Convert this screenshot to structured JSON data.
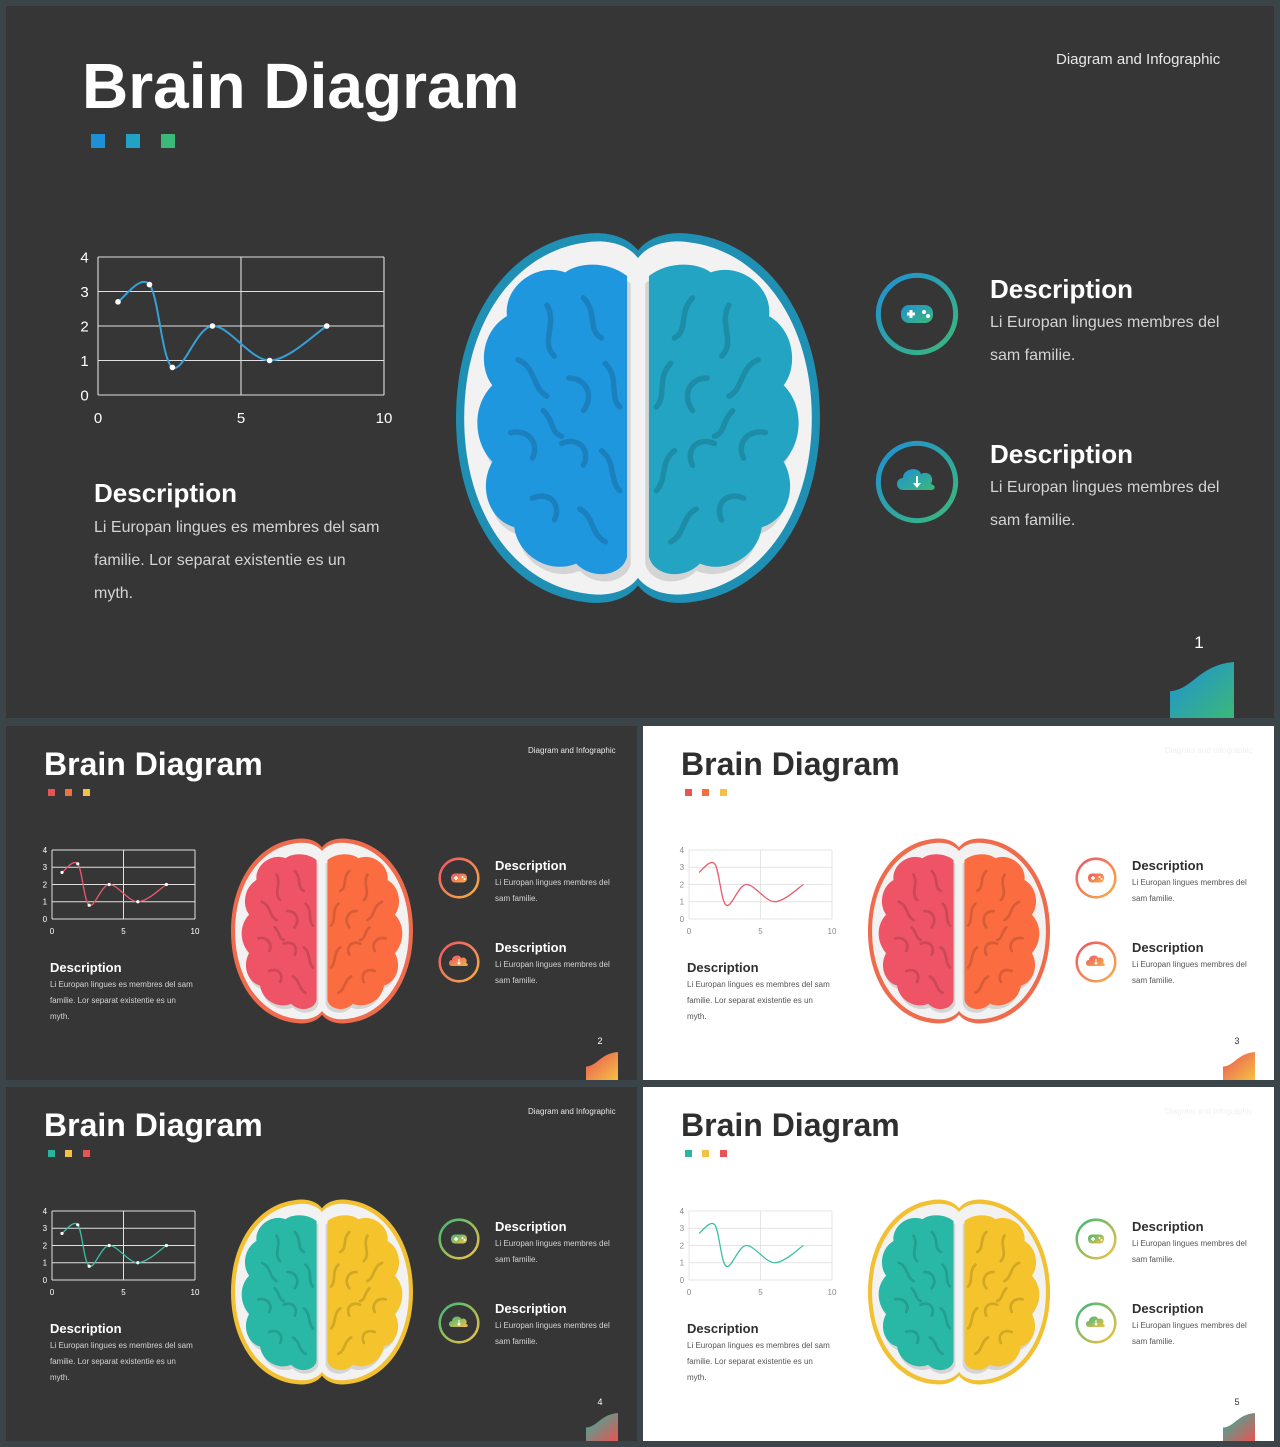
{
  "slides": [
    {
      "title": "Brain Diagram",
      "subtitle": "Diagram and Infographic",
      "theme": "dark",
      "squares": [
        "#1e90d6",
        "#22a3c6",
        "#3cb878"
      ],
      "chart_color": "#36a0d8",
      "brain": {
        "left": "#1f97de",
        "right": "#22a4c2",
        "outline": "#1f8fb4"
      },
      "descriptions": [
        {
          "heading": "Description",
          "text": "Li Europan lingues es membres del sam familie. Lor separat existentie es un myth."
        },
        {
          "heading": "Description",
          "text": "Li Europan lingues membres del sam familie."
        },
        {
          "heading": "Description",
          "text": "Li Europan lingues membres del sam familie."
        }
      ],
      "icons": [
        "gamepad-icon",
        "cloud-download-icon"
      ],
      "icon_colors": [
        "#1e90d6",
        "#3cb878"
      ],
      "page_number": "1"
    },
    {
      "title": "Brain Diagram",
      "subtitle": "Diagram and Infographic",
      "theme": "dark",
      "squares": [
        "#e85454",
        "#f07040",
        "#f6c044"
      ],
      "chart_color": "#ea5a6c",
      "brain": {
        "left": "#ee5466",
        "right": "#fb6d40",
        "outline": "#f06a4c"
      },
      "descriptions": [
        {
          "heading": "Description",
          "text": "Li Europan lingues es membres del sam familie. Lor separat existentie es un myth."
        },
        {
          "heading": "Description",
          "text": "Li Europan lingues membres del sam familie."
        },
        {
          "heading": "Description",
          "text": "Li Europan lingues membres del sam familie."
        }
      ],
      "icons": [
        "gamepad-icon",
        "cloud-download-icon"
      ],
      "icon_colors": [
        "#ee5466",
        "#f6b044"
      ],
      "page_number": "2"
    },
    {
      "title": "Brain Diagram",
      "subtitle": "Diagram and Infographic",
      "theme": "light",
      "squares": [
        "#e85454",
        "#f07040",
        "#f6c044"
      ],
      "chart_color": "#ea5a6c",
      "brain": {
        "left": "#ee5466",
        "right": "#fb6d40",
        "outline": "#f06a4c"
      },
      "descriptions": [
        {
          "heading": "Description",
          "text": "Li Europan lingues es membres del sam familie. Lor separat existentie es un myth."
        },
        {
          "heading": "Description",
          "text": "Li Europan lingues membres del sam familie."
        },
        {
          "heading": "Description",
          "text": "Li Europan lingues membres del sam familie."
        }
      ],
      "icons": [
        "gamepad-icon",
        "cloud-download-icon"
      ],
      "icon_colors": [
        "#ee5466",
        "#f6b044"
      ],
      "page_number": "3"
    },
    {
      "title": "Brain Diagram",
      "subtitle": "Diagram and Infographic",
      "theme": "dark",
      "squares": [
        "#2bb5a0",
        "#f6c044",
        "#e85454"
      ],
      "chart_color": "#3cc0a4",
      "brain": {
        "left": "#2ab8a6",
        "right": "#f5c32c",
        "outline": "#f2c030"
      },
      "descriptions": [
        {
          "heading": "Description",
          "text": "Li Europan lingues es membres del sam familie. Lor separat existentie es un myth."
        },
        {
          "heading": "Description",
          "text": "Li Europan lingues membres del sam familie."
        },
        {
          "heading": "Description",
          "text": "Li Europan lingues membres del sam familie."
        }
      ],
      "icons": [
        "gamepad-icon",
        "cloud-download-icon"
      ],
      "icon_colors": [
        "#3cb878",
        "#f6c044"
      ],
      "page_number": "4"
    },
    {
      "title": "Brain Diagram",
      "subtitle": "Diagram and Infographic",
      "theme": "light",
      "squares": [
        "#2bb5a0",
        "#f6c044",
        "#e85454"
      ],
      "chart_color": "#3cc0a4",
      "brain": {
        "left": "#2ab8a6",
        "right": "#f5c32c",
        "outline": "#f2c030"
      },
      "descriptions": [
        {
          "heading": "Description",
          "text": "Li Europan lingues es membres del sam familie. Lor separat existentie es un myth."
        },
        {
          "heading": "Description",
          "text": "Li Europan lingues membres del sam familie."
        },
        {
          "heading": "Description",
          "text": "Li Europan lingues membres del sam familie."
        }
      ],
      "icons": [
        "gamepad-icon",
        "cloud-download-icon"
      ],
      "icon_colors": [
        "#3cb878",
        "#f6c044"
      ],
      "page_number": "5"
    }
  ],
  "chart_data": {
    "type": "line",
    "x": [
      0.7,
      1.8,
      2.6,
      4.0,
      6.0,
      8.0
    ],
    "y": [
      2.7,
      3.2,
      0.8,
      2.0,
      1.0,
      2.0
    ],
    "xlim": [
      0,
      10
    ],
    "ylim": [
      0,
      4
    ],
    "xticks": [
      "0",
      "5",
      "10"
    ],
    "yticks": [
      "0",
      "1",
      "2",
      "3",
      "4"
    ],
    "grid": true
  }
}
